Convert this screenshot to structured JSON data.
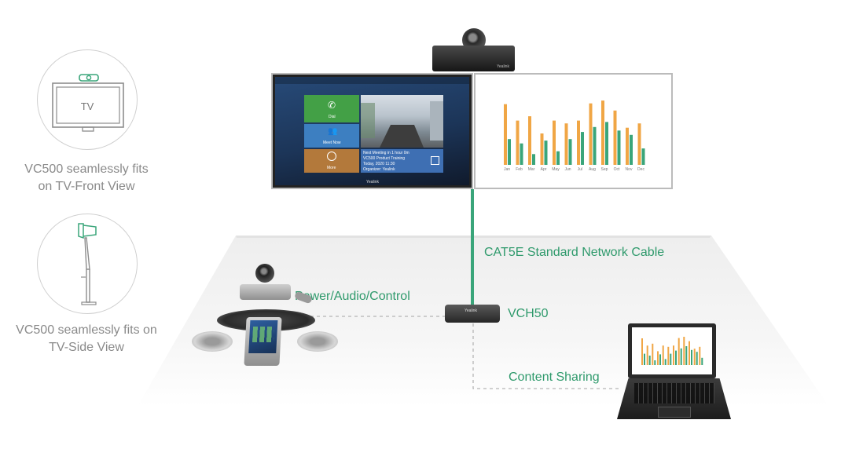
{
  "front_view": {
    "tv_label": "TV",
    "caption_line1": "VC500 seamlessly fits",
    "caption_line2": "on TV-Front View"
  },
  "side_view": {
    "caption_line1": "VC500 seamlessly fits on",
    "caption_line2": "TV-Side View"
  },
  "links": {
    "cat5e": "CAT5E Standard Network Cable",
    "power": "Power/Audio/Control",
    "vch50": "VCH50",
    "content": "Content Sharing"
  },
  "devices": {
    "camera_brand": "Yealink",
    "hub_brand": "Yealink",
    "display_brand": "Yealink"
  },
  "left_screen": {
    "tiles": [
      "Dial",
      "Meet Now",
      "More"
    ],
    "meeting_line1": "Next Meeting in 1 hour 0m",
    "meeting_line2": "VC500 Product Training",
    "meeting_line3": "Today, 2020 11:30",
    "meeting_line4": "Organizer: Yealink"
  },
  "chart_data": {
    "type": "bar",
    "categories": [
      "Jan",
      "Feb",
      "Mar",
      "Apr",
      "May",
      "Jun",
      "Jul",
      "Aug",
      "Sep",
      "Oct",
      "Nov",
      "Dec"
    ],
    "series": [
      {
        "values": [
          85,
          62,
          68,
          44,
          62,
          58,
          62,
          86,
          90,
          76,
          52,
          58
        ]
      },
      {
        "values": [
          36,
          30,
          15,
          34,
          19,
          36,
          46,
          53,
          60,
          48,
          42,
          23
        ]
      }
    ],
    "ylim": [
      0,
      100
    ],
    "colors": [
      "#f0a645",
      "#3aa57a"
    ]
  }
}
